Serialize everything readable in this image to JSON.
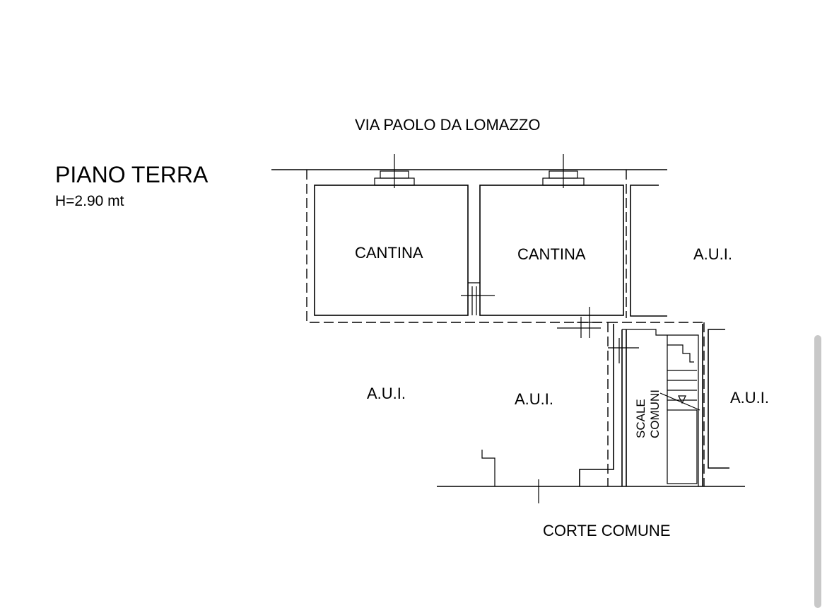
{
  "plan": {
    "floor_title": "PIANO TERRA",
    "floor_height": "H=2.90 mt",
    "street_label": "VIA PAOLO DA LOMAZZO",
    "court_label": "CORTE COMUNE",
    "rooms": {
      "cantina_1": "CANTINA",
      "cantina_2": "CANTINA",
      "aui_top_right": "A.U.I.",
      "aui_bottom_left": "A.U.I.",
      "aui_bottom_center": "A.U.I.",
      "aui_bottom_right": "A.U.I."
    },
    "stairs_line1": "SCALE",
    "stairs_line2": "COMUNI"
  }
}
